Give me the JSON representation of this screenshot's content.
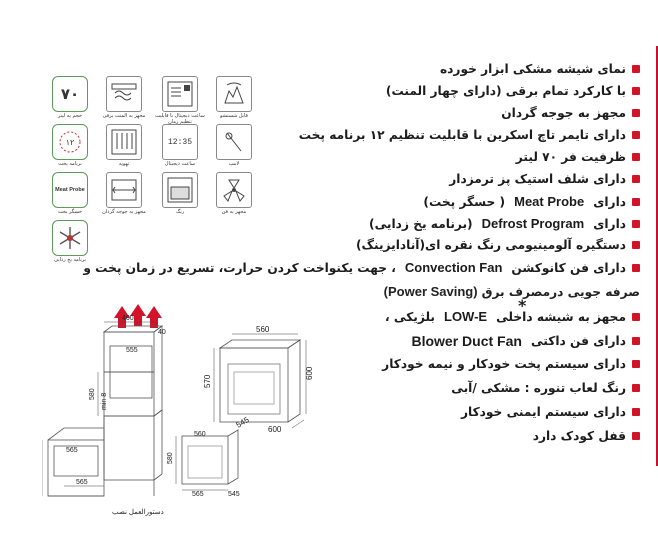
{
  "features": [
    {
      "text": "نمای شیشه مشکی ابزار خورده"
    },
    {
      "text": "با کارکرد تمام برقی (دارای چهار المنت)"
    },
    {
      "text": "مجهز به جوجه گردان"
    },
    {
      "text": "دارای تایمر تاچ اسکرین با قابلیت تنظیم ۱۲ برنامه پخت"
    },
    {
      "text": "ظرفیت فر ۷۰ لیتر"
    },
    {
      "text": "دارای شلف استیک پز ترمزدار"
    },
    {
      "pre": "دارای",
      "en": "Meat Probe",
      "post": "( حسگر پخت)"
    },
    {
      "pre": "دارای",
      "en": "Defrost Program",
      "post": "(برنامه یخ زدایی)"
    },
    {
      "text": "دستگیره آلومینیومی رنگ نقره ای(آنادایزینگ)"
    },
    {
      "pre": "دارای فن کانوکشن",
      "en": "Convection Fan",
      "post": "، جهت یکنواخت کردن حرارت، تسریع در زمان پخت و"
    },
    {
      "pre": "صرفه جویی درمصرف برق",
      "en": "(Power Saving)",
      "post": "",
      "nobullet": true
    },
    {
      "pre": "مجهز به شیشه داخلی",
      "en": "LOW-E",
      "post": "بلژیکی ،"
    },
    {
      "pre": "دارای فن داکتی",
      "en": "Blower Duct Fan",
      "post": ""
    },
    {
      "text": "دارای سیستم پخت خودکار و نیمه خودکار"
    },
    {
      "text": "رنگ لعاب تنوره :  مشکی /آبی"
    },
    {
      "text": "دارای سیستم ایمنی خودکار"
    },
    {
      "text": "قفل کودک دارد"
    }
  ],
  "star": "*",
  "icons": [
    {
      "name": "capacity-70-icon",
      "glyph": "۷۰",
      "caption": "حجم به لیتر"
    },
    {
      "name": "electric-icon",
      "caption": "مجهز به المنت برقی"
    },
    {
      "name": "timer-display-icon",
      "caption": "ساعت دیجیتال با قابلیت تنظیم زمان"
    },
    {
      "name": "hand-wash-icon",
      "caption": "قابل شستشو"
    },
    {
      "name": "cooking-programs-icon",
      "glyph": "۱۲",
      "caption": "برنامه پخت"
    },
    {
      "name": "heater-icon",
      "caption": "تهویه"
    },
    {
      "name": "clock-icon",
      "glyph": "12:35",
      "caption": "ساعت دیجیتال"
    },
    {
      "name": "lamp-icon",
      "caption": "لامپ"
    },
    {
      "name": "meat-probe-icon",
      "glyph": "Meat Probe",
      "caption": "حسگر پخت"
    },
    {
      "name": "rotisserie-icon",
      "caption": "مجهز به جوجه گردان"
    },
    {
      "name": "color-icon",
      "caption": "رنگ"
    },
    {
      "name": "fan-icon",
      "caption": "مجهز به فن"
    },
    {
      "name": "defrost-icon",
      "caption": "برنامه یخ زدایی"
    }
  ],
  "drawing": {
    "dims": [
      "400",
      "40",
      "560",
      "570",
      "600",
      "555",
      "580",
      "min 8",
      "565",
      "545",
      "600",
      "560",
      "565",
      "580",
      "545",
      "565"
    ],
    "caption": "دستورالعمل نصب"
  },
  "colors": {
    "bullet": "#d2142b",
    "icon_border": "#5a9a5a"
  }
}
